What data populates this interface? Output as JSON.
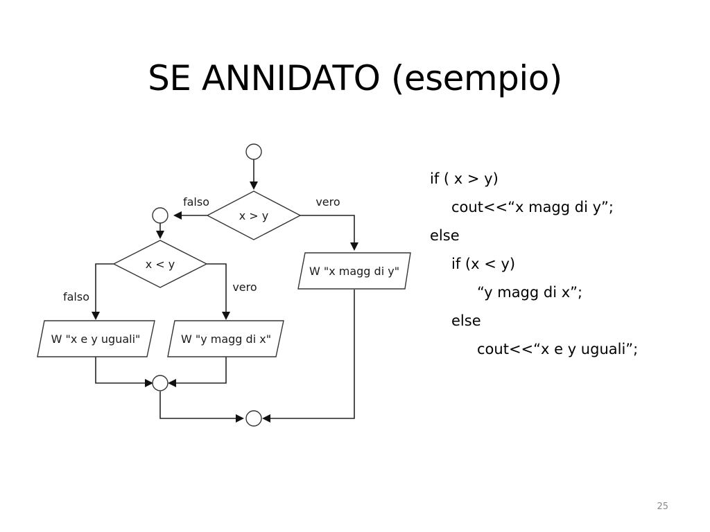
{
  "slide": {
    "title": "SE ANNIDATO (esempio)",
    "page_number": "25"
  },
  "flowchart": {
    "decision_outer": "x > y",
    "decision_inner": "x < y",
    "outer_false_label": "falso",
    "outer_true_label": "vero",
    "inner_false_label": "falso",
    "inner_true_label": "vero",
    "output_x_greater": "W \"x magg di y\"",
    "output_y_greater": "W \"y magg di x\"",
    "output_equal": "W \"x e y uguali\""
  },
  "code": {
    "lines": [
      "if ( x > y)",
      "cout<<“x magg di y”;",
      "else",
      "if (x < y)",
      "“y magg di x”;",
      "else",
      "cout<<“x e y uguali”;"
    ]
  }
}
